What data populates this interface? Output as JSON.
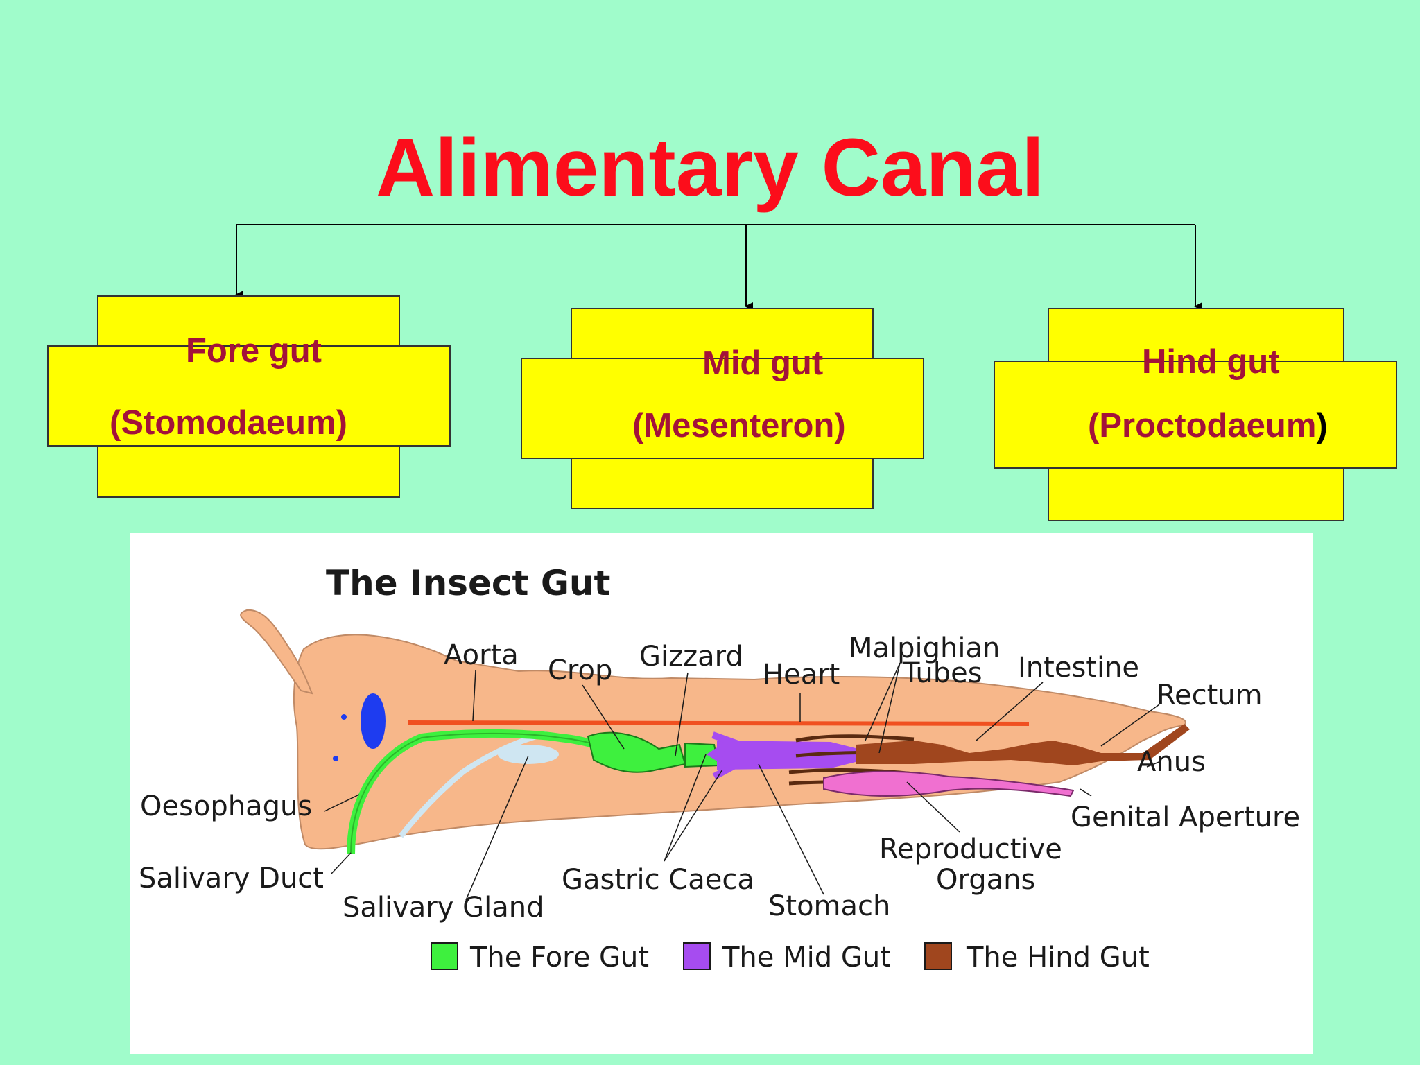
{
  "title": "Alimentary Canal",
  "boxes": [
    {
      "name": "Fore gut",
      "term": "(Stomodaeum)"
    },
    {
      "name": "Mid gut",
      "term": "(Mesenteron)"
    },
    {
      "name": "Hind gut",
      "term": "(Proctodaeum",
      "term_tail": ")"
    }
  ],
  "figure": {
    "title": "The Insect Gut",
    "labels": {
      "aorta": "Aorta",
      "crop": "Crop",
      "gizzard": "Gizzard",
      "heart": "Heart",
      "malpighian_1": "Malpighian",
      "malpighian_2": "Tubes",
      "intestine": "Intestine",
      "rectum": "Rectum",
      "anus": "Anus",
      "oesophagus": "Oesophagus",
      "genital_aperture": "Genital Aperture",
      "reproductive_1": "Reproductive",
      "reproductive_2": "Organs",
      "salivary_duct": "Salivary Duct",
      "gastric_caeca": "Gastric Caeca",
      "stomach": "Stomach",
      "salivary_gland": "Salivary Gland"
    },
    "legend": [
      {
        "label": "The Fore Gut",
        "color": "#3ef03e"
      },
      {
        "label": "The Mid Gut",
        "color": "#a64cf0"
      },
      {
        "label": "The Hind Gut",
        "color": "#a0461e"
      }
    ]
  },
  "colors": {
    "background": "#a0fccb",
    "title": "#fc0d1b",
    "box_fill": "#ffff00",
    "box_text": "#a3123a",
    "body": "#f7b78a",
    "eye": "#1e3cf0",
    "aorta": "#f05020",
    "salivary": "#cfe6f2",
    "reproductive": "#f070d0"
  }
}
